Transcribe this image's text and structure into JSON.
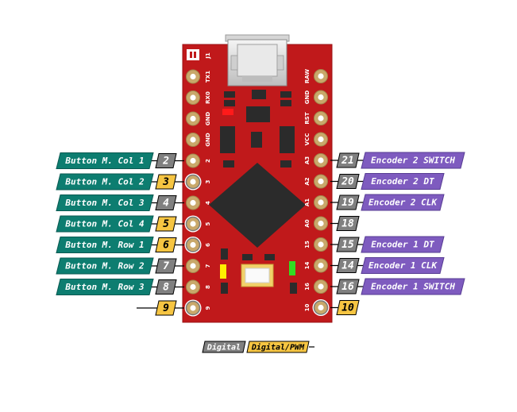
{
  "colors": {
    "pcb": "#c0191b",
    "pcb_dark": "#8e0f12",
    "chip": "#2b2b2b",
    "digital": "#808080",
    "pwm": "#f6c542",
    "button_label": "#0d7d70",
    "encoder_label": "#7e5bbf",
    "pad_gold": "#c9a86a",
    "led_red": "#ff1a1a",
    "led_yellow": "#ffee00",
    "led_green": "#33dd22"
  },
  "board": {
    "silk_left": [
      "J1",
      "TX1",
      "RX0",
      "GND",
      "GND",
      "2",
      "3",
      "4",
      "5",
      "6",
      "7",
      "8",
      "9"
    ],
    "silk_right": [
      "RAW",
      "GND",
      "RST",
      "VCC",
      "A3",
      "A2",
      "A1",
      "A0",
      "15",
      "14",
      "16",
      "10"
    ]
  },
  "left_pins": [
    {
      "num": "2",
      "type": "digital",
      "label": "Button M. Col 1"
    },
    {
      "num": "3",
      "type": "pwm",
      "label": "Button M. Col 2"
    },
    {
      "num": "4",
      "type": "digital",
      "label": "Button M. Col 3"
    },
    {
      "num": "5",
      "type": "pwm",
      "label": "Button M. Col 4"
    },
    {
      "num": "6",
      "type": "pwm",
      "label": "Button M. Row 1"
    },
    {
      "num": "7",
      "type": "digital",
      "label": "Button M. Row 2"
    },
    {
      "num": "8",
      "type": "digital",
      "label": "Button M. Row 3"
    },
    {
      "num": "9",
      "type": "pwm",
      "label": ""
    }
  ],
  "right_pins": [
    {
      "num": "21",
      "type": "digital",
      "label": "Encoder 2 SWITCH"
    },
    {
      "num": "20",
      "type": "digital",
      "label": "Encoder 2 DT"
    },
    {
      "num": "19",
      "type": "digital",
      "label": "Encoder 2 CLK"
    },
    {
      "num": "18",
      "type": "digital",
      "label": ""
    },
    {
      "num": "15",
      "type": "digital",
      "label": "Encoder 1 DT"
    },
    {
      "num": "14",
      "type": "digital",
      "label": "Encoder 1 CLK"
    },
    {
      "num": "16",
      "type": "digital",
      "label": "Encoder 1 SWITCH"
    },
    {
      "num": "10",
      "type": "pwm",
      "label": ""
    }
  ],
  "legend": [
    {
      "text": "Digital",
      "type": "digital"
    },
    {
      "text": "Digital/PWM",
      "type": "pwm"
    }
  ]
}
